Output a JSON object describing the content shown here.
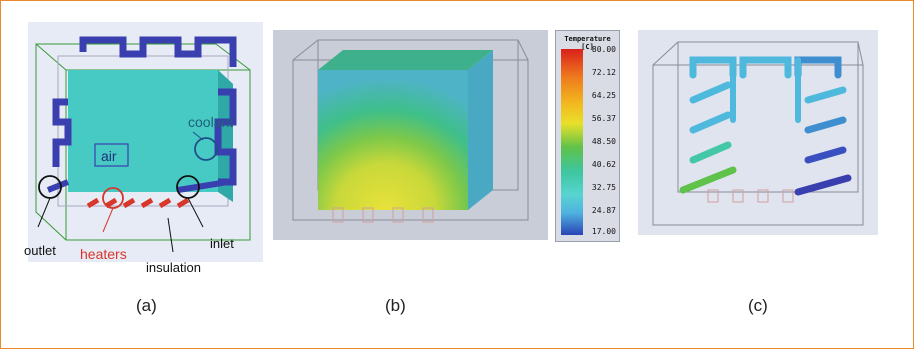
{
  "panels": {
    "a": {
      "caption": "(a)",
      "labels": {
        "coolant": "coolant",
        "air": "air",
        "outlet": "outlet",
        "heaters": "heaters",
        "inlet": "inlet",
        "insulation": "insulation"
      }
    },
    "b": {
      "caption": "(b)"
    },
    "c": {
      "caption": "(c)"
    }
  },
  "legend": {
    "title": "Temperature [C]",
    "ticks": [
      "80.00",
      "72.12",
      "64.25",
      "56.37",
      "48.50",
      "40.62",
      "32.75",
      "24.87",
      "17.00"
    ],
    "colors": [
      "#d8201a",
      "#ee7a1e",
      "#f2b31e",
      "#e9e02a",
      "#5fc24a",
      "#3dc6a0",
      "#57d4cf",
      "#4fb3e0",
      "#2a44b5"
    ]
  },
  "colors": {
    "frame": "#e8892b",
    "pipe": "#3a3fb0",
    "pipe_light": "#4fb8dd",
    "coolant_box": "#47c9c4",
    "heater": "#d8362a",
    "insulation_line": "#3a9a3a"
  }
}
